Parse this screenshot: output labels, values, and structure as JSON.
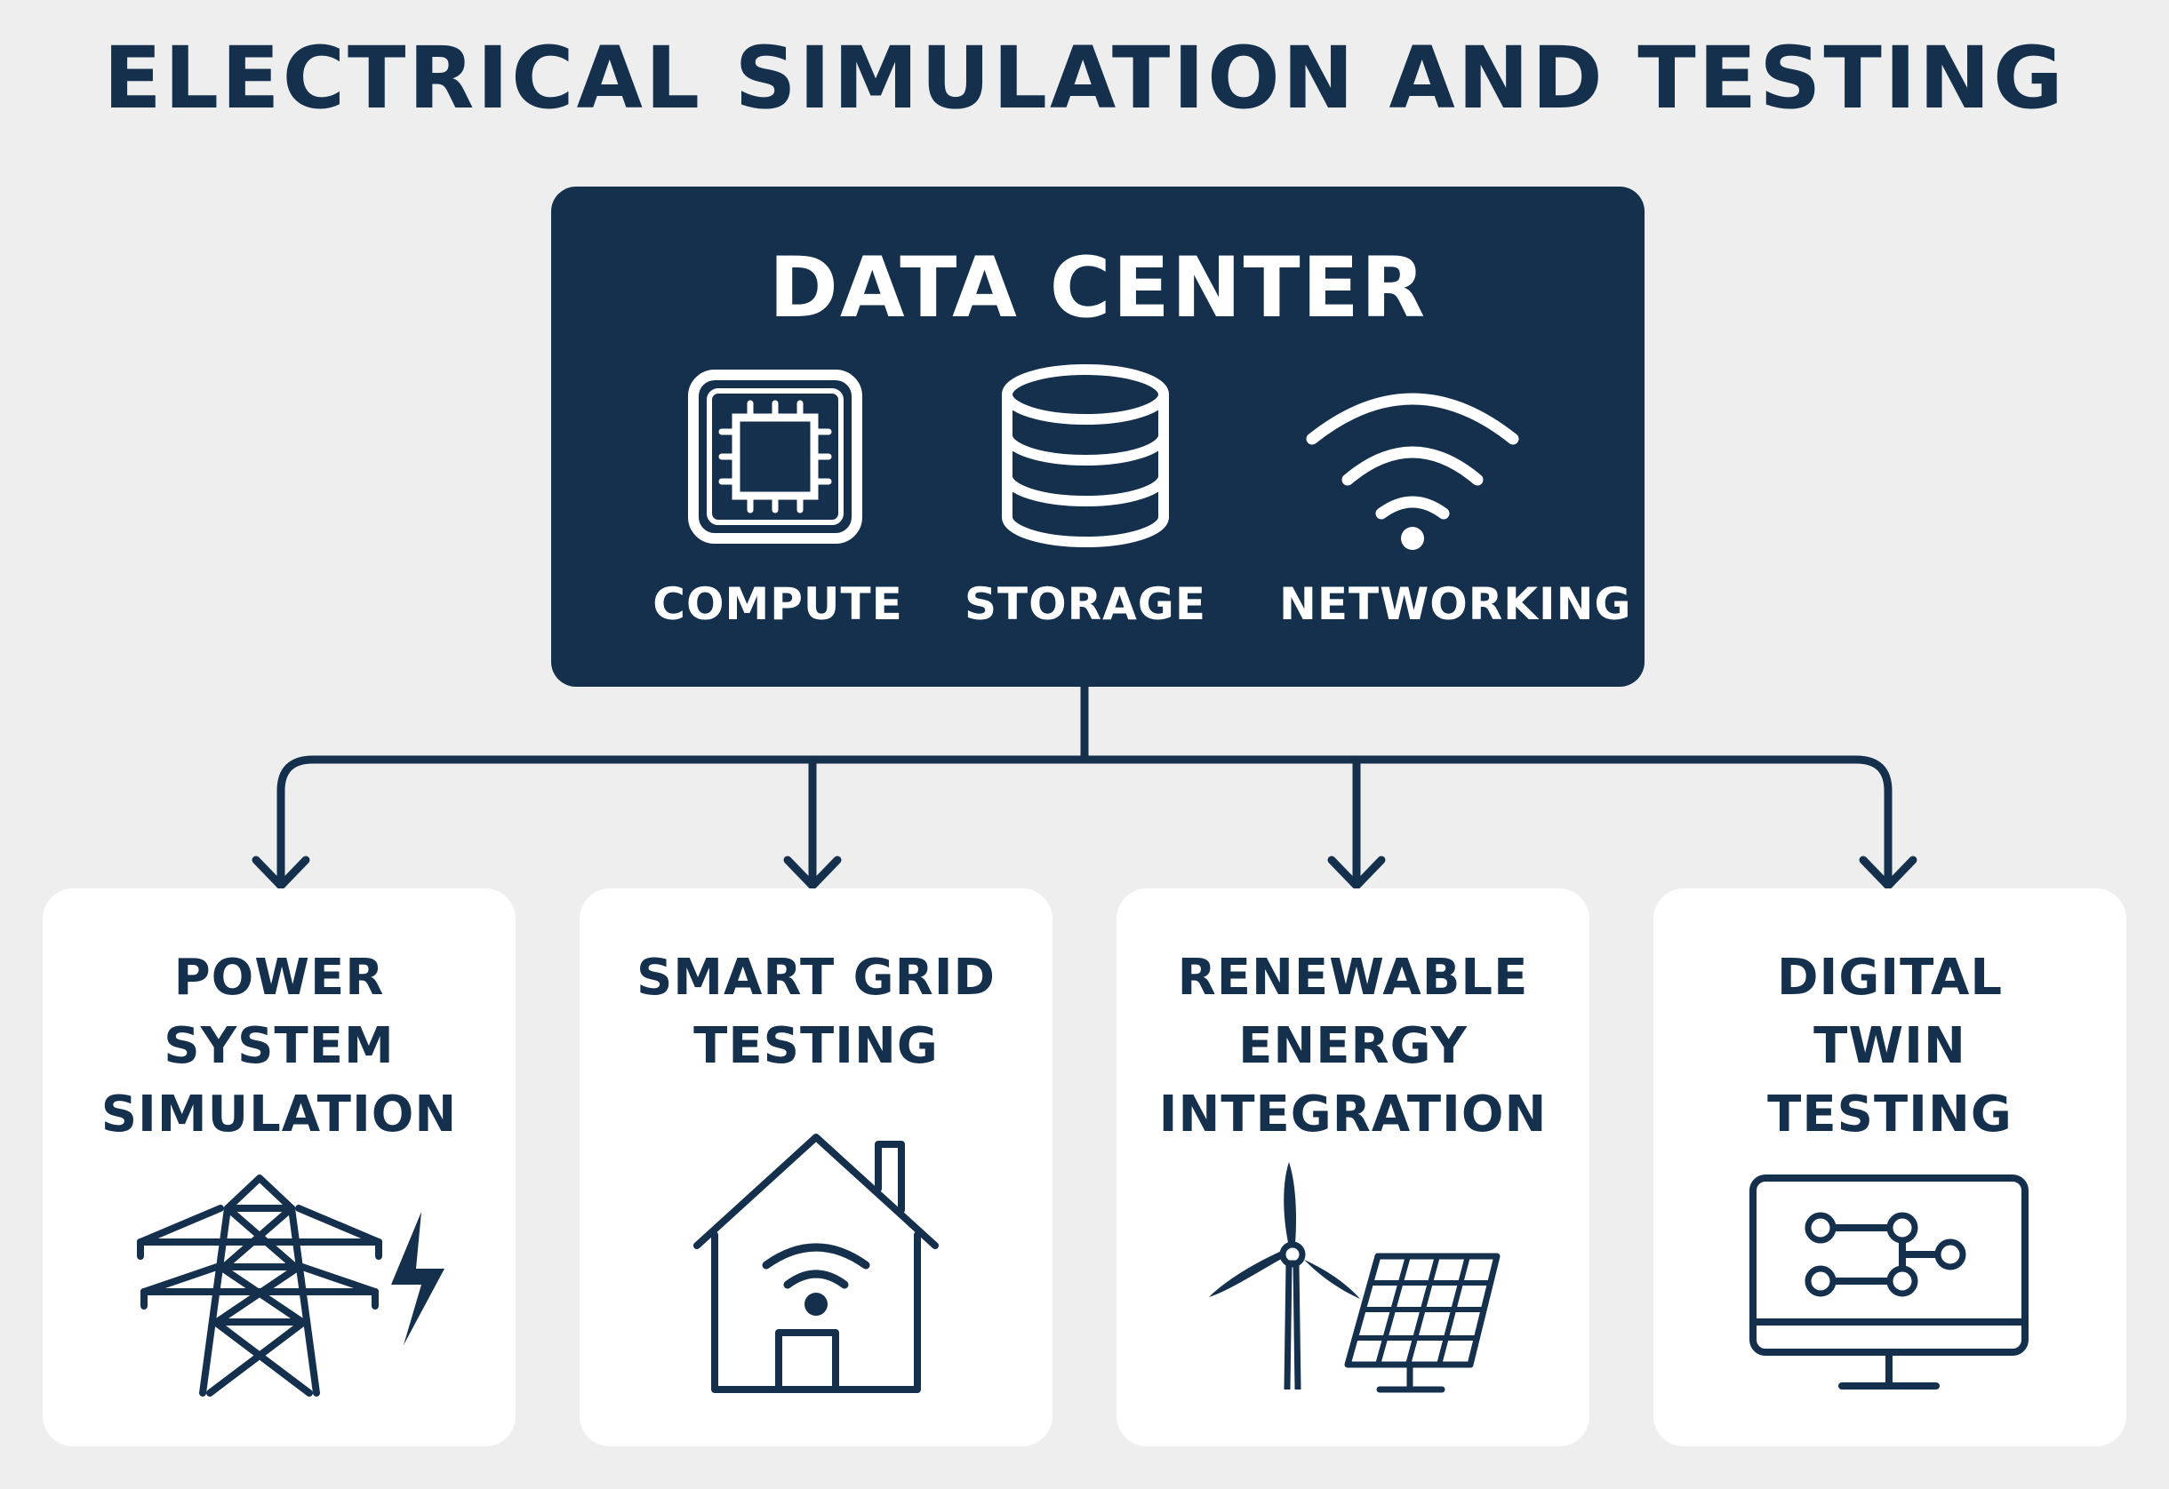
{
  "title": "ELECTRICAL SIMULATION AND TESTING",
  "colors": {
    "primary": "#14304d",
    "background": "#eeeeee",
    "card": "#ffffff",
    "text_on_dark": "#ffffff"
  },
  "data_center": {
    "title": "DATA CENTER",
    "components": [
      {
        "label": "COMPUTE",
        "icon": "cpu-chip-icon"
      },
      {
        "label": "STORAGE",
        "icon": "database-icon"
      },
      {
        "label": "NETWORKING",
        "icon": "wifi-signal-icon"
      }
    ]
  },
  "applications": [
    {
      "lines": [
        "POWER",
        "SYSTEM",
        "SIMULATION"
      ],
      "icon": "power-tower-lightning-icon"
    },
    {
      "lines": [
        "SMART GRID",
        "TESTING"
      ],
      "icon": "smart-home-icon"
    },
    {
      "lines": [
        "RENEWABLE",
        "ENERGY",
        "INTEGRATION"
      ],
      "icon": "wind-turbine-solar-panel-icon"
    },
    {
      "lines": [
        "DIGITAL",
        "TWIN",
        "TESTING"
      ],
      "icon": "monitor-network-icon"
    }
  ]
}
